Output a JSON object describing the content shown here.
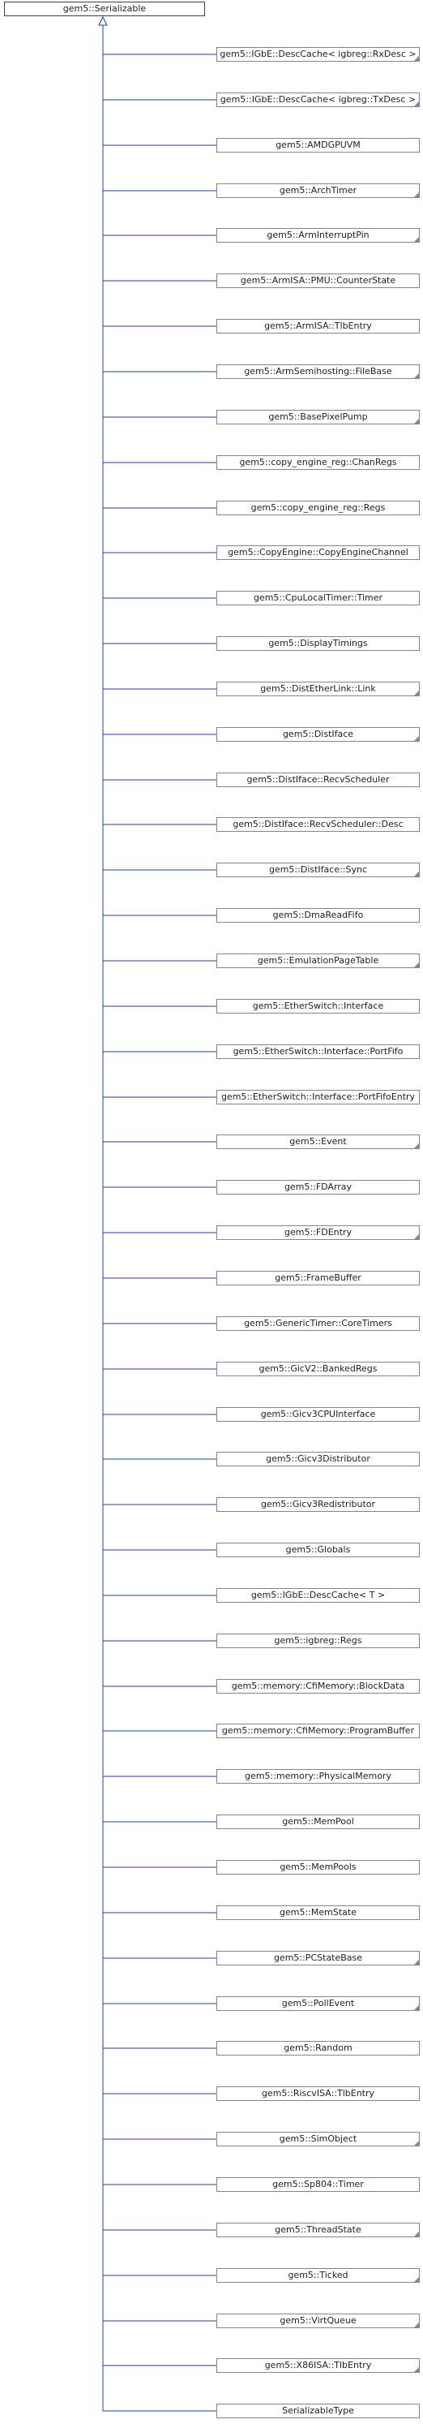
{
  "diagram": {
    "root": {
      "label": "gem5::Serializable"
    },
    "children": [
      {
        "label": "gem5::IGbE::DescCache< igbreg::RxDesc >",
        "has_more": true
      },
      {
        "label": "gem5::IGbE::DescCache< igbreg::TxDesc >",
        "has_more": true
      },
      {
        "label": "gem5::AMDGPUVM",
        "has_more": false
      },
      {
        "label": "gem5::ArchTimer",
        "has_more": true
      },
      {
        "label": "gem5::ArmInterruptPin",
        "has_more": true
      },
      {
        "label": "gem5::ArmISA::PMU::CounterState",
        "has_more": false
      },
      {
        "label": "gem5::ArmISA::TlbEntry",
        "has_more": false
      },
      {
        "label": "gem5::ArmSemihosting::FileBase",
        "has_more": true
      },
      {
        "label": "gem5::BasePixelPump",
        "has_more": true
      },
      {
        "label": "gem5::copy_engine_reg::ChanRegs",
        "has_more": false
      },
      {
        "label": "gem5::copy_engine_reg::Regs",
        "has_more": false
      },
      {
        "label": "gem5::CopyEngine::CopyEngineChannel",
        "has_more": false
      },
      {
        "label": "gem5::CpuLocalTimer::Timer",
        "has_more": false
      },
      {
        "label": "gem5::DisplayTimings",
        "has_more": false
      },
      {
        "label": "gem5::DistEtherLink::Link",
        "has_more": true
      },
      {
        "label": "gem5::DistIface",
        "has_more": true
      },
      {
        "label": "gem5::DistIface::RecvScheduler",
        "has_more": false
      },
      {
        "label": "gem5::DistIface::RecvScheduler::Desc",
        "has_more": false
      },
      {
        "label": "gem5::DistIface::Sync",
        "has_more": true
      },
      {
        "label": "gem5::DmaReadFifo",
        "has_more": false
      },
      {
        "label": "gem5::EmulationPageTable",
        "has_more": true
      },
      {
        "label": "gem5::EtherSwitch::Interface",
        "has_more": false
      },
      {
        "label": "gem5::EtherSwitch::Interface::PortFifo",
        "has_more": false
      },
      {
        "label": "gem5::EtherSwitch::Interface::PortFifoEntry",
        "has_more": false
      },
      {
        "label": "gem5::Event",
        "has_more": true
      },
      {
        "label": "gem5::FDArray",
        "has_more": false
      },
      {
        "label": "gem5::FDEntry",
        "has_more": true
      },
      {
        "label": "gem5::FrameBuffer",
        "has_more": false
      },
      {
        "label": "gem5::GenericTimer::CoreTimers",
        "has_more": false
      },
      {
        "label": "gem5::GicV2::BankedRegs",
        "has_more": false
      },
      {
        "label": "gem5::Gicv3CPUInterface",
        "has_more": false
      },
      {
        "label": "gem5::Gicv3Distributor",
        "has_more": false
      },
      {
        "label": "gem5::Gicv3Redistributor",
        "has_more": false
      },
      {
        "label": "gem5::Globals",
        "has_more": false
      },
      {
        "label": "gem5::IGbE::DescCache< T >",
        "has_more": false
      },
      {
        "label": "gem5::igbreg::Regs",
        "has_more": false
      },
      {
        "label": "gem5::memory::CfiMemory::BlockData",
        "has_more": false
      },
      {
        "label": "gem5::memory::CfiMemory::ProgramBuffer",
        "has_more": false
      },
      {
        "label": "gem5::memory::PhysicalMemory",
        "has_more": false
      },
      {
        "label": "gem5::MemPool",
        "has_more": false
      },
      {
        "label": "gem5::MemPools",
        "has_more": false
      },
      {
        "label": "gem5::MemState",
        "has_more": false
      },
      {
        "label": "gem5::PCStateBase",
        "has_more": true
      },
      {
        "label": "gem5::PollEvent",
        "has_more": true
      },
      {
        "label": "gem5::Random",
        "has_more": false
      },
      {
        "label": "gem5::RiscvISA::TlbEntry",
        "has_more": false
      },
      {
        "label": "gem5::SimObject",
        "has_more": true
      },
      {
        "label": "gem5::Sp804::Timer",
        "has_more": false
      },
      {
        "label": "gem5::ThreadState",
        "has_more": true
      },
      {
        "label": "gem5::Ticked",
        "has_more": true
      },
      {
        "label": "gem5::VirtQueue",
        "has_more": true
      },
      {
        "label": "gem5::X86ISA::TlbEntry",
        "has_more": true
      },
      {
        "label": "SerializableType",
        "has_more": false
      }
    ],
    "colors": {
      "line": "#1f3fa0",
      "box_border": "#84848c",
      "root_border": "#404040",
      "text": "#1f1f1f",
      "more_marker": "#7a88b0"
    }
  }
}
